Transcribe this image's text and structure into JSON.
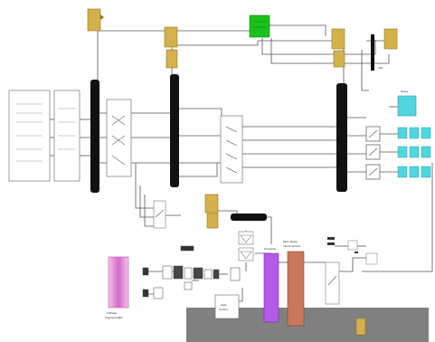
{
  "diagram": {
    "blocks": {
      "pink_block_label_1": "3-Phase",
      "pink_block_label_2": "Programmable",
      "purple_block_label": "Converter",
      "brown_block_label_1": "Mod. Space",
      "brown_block_label_2": "Vector Control",
      "cyan_block_label": "Scope",
      "inner_white_label_1": "Gate",
      "inner_white_label_2": "Control",
      "top_right_label": "Vdc"
    }
  }
}
